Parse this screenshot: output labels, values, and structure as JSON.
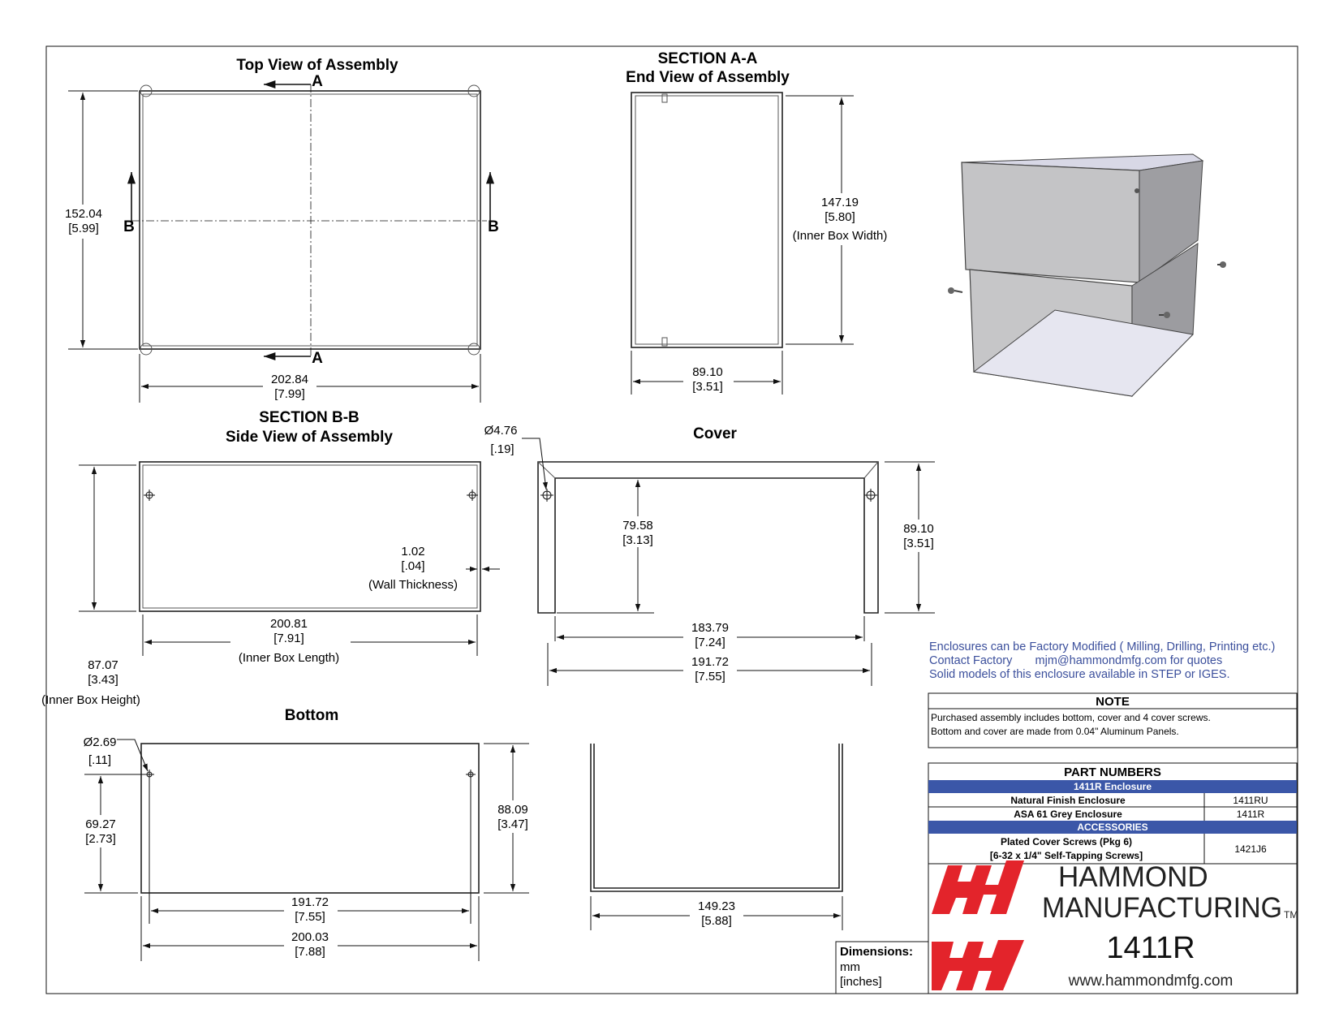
{
  "views": {
    "top_title": "Top View of Assembly",
    "section_a_title": "SECTION A-A",
    "end_view_title": "End View of Assembly",
    "section_b_title": "SECTION B-B",
    "side_view_title": "Side View of Assembly",
    "cover_title": "Cover",
    "bottom_title": "Bottom"
  },
  "section_markers": {
    "a": "A",
    "b": "B"
  },
  "dims": {
    "top_height_mm": "152.04",
    "top_height_in": "[5.99]",
    "top_width_mm": "202.84",
    "top_width_in": "[7.99]",
    "end_width_mm": "147.19",
    "end_width_in": "[5.80]",
    "end_width_note": "(Inner Box Width)",
    "end_depth_mm": "89.10",
    "end_depth_in": "[3.51]",
    "side_length_mm": "200.81",
    "side_length_in": "[7.91]",
    "side_length_note": "(Inner Box Length)",
    "side_height_mm": "87.07",
    "side_height_in": "[3.43]",
    "side_height_note": "(Inner Box Height)",
    "wall_mm": "1.02",
    "wall_in": "[.04]",
    "wall_note": "(Wall Thickness)",
    "cover_hole_mm": "Ø4.76",
    "cover_hole_in": "[.19]",
    "cover_inner_h_mm": "79.58",
    "cover_inner_h_in": "[3.13]",
    "cover_h_mm": "89.10",
    "cover_h_in": "[3.51]",
    "cover_inner_w_mm": "183.79",
    "cover_inner_w_in": "[7.24]",
    "cover_w_mm": "191.72",
    "cover_w_in": "[7.55]",
    "bottom_hole_mm": "Ø2.69",
    "bottom_hole_in": "[.11]",
    "bottom_hole_pos_mm": "69.27",
    "bottom_hole_pos_in": "[2.73]",
    "bottom_h_mm": "88.09",
    "bottom_h_in": "[3.47]",
    "bottom_hole_span_mm": "191.72",
    "bottom_hole_span_in": "[7.55]",
    "bottom_w_mm": "200.03",
    "bottom_w_in": "[7.88]",
    "bottom_depth_mm": "149.23",
    "bottom_depth_in": "[5.88]"
  },
  "notices": {
    "line1": "Enclosures can be Factory Modified ( Milling, Drilling, Printing etc.)",
    "line2": "Contact Factory       mjm@hammondmfg.com for quotes",
    "line3": "Solid models of this enclosure available in STEP or IGES."
  },
  "note": {
    "title": "NOTE",
    "line1": "Purchased assembly includes bottom, cover and 4 cover screws.",
    "line2": "Bottom and cover are made from 0.04\" Aluminum Panels."
  },
  "parts": {
    "title": "PART NUMBERS",
    "group1": "1411R Enclosure",
    "row1_name": "Natural Finish Enclosure",
    "row1_pn": "1411RU",
    "row2_name": "ASA 61 Grey Enclosure",
    "row2_pn": "1411R",
    "group2": "ACCESSORIES",
    "row3_name_1": "Plated Cover Screws (Pkg 6)",
    "row3_name_2": "[6-32 x 1/4\" Self-Tapping Screws]",
    "row3_pn": "1421J6"
  },
  "units": {
    "title": "Dimensions:",
    "mm": "mm",
    "inches": "[inches]"
  },
  "brand": {
    "line1": "HAMMOND",
    "line2": "MANUFACTURING",
    "tm": "TM",
    "model": "1411R",
    "url": "www.hammondmfg.com",
    "logo_color": "#e3242b"
  }
}
